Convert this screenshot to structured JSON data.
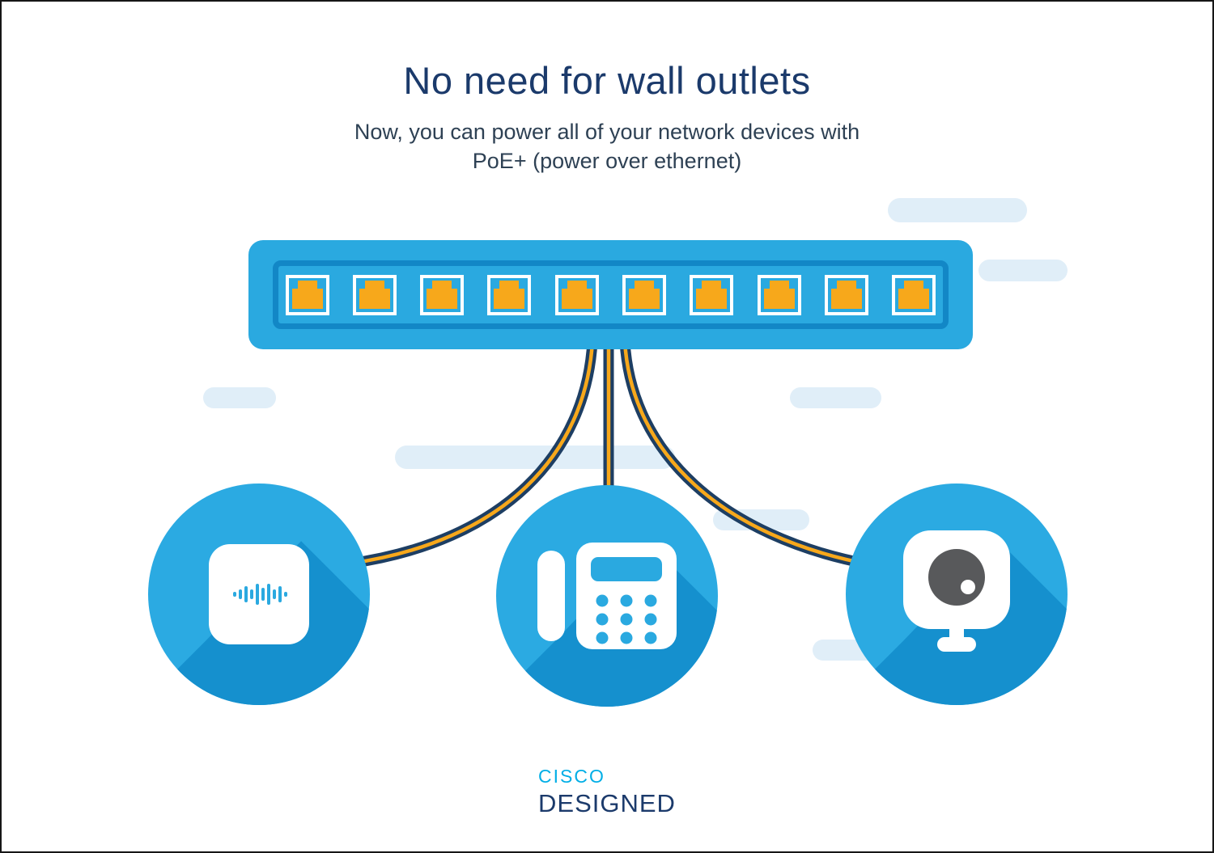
{
  "header": {
    "title": "No need for wall outlets",
    "subtitle_line1": "Now, you can power all of your network devices with",
    "subtitle_line2": "PoE+ (power over ethernet)"
  },
  "switch": {
    "ports_count": 10,
    "port_icon": "rj45-ethernet-port-icon"
  },
  "devices": [
    {
      "icon": "wireless-access-point-icon"
    },
    {
      "icon": "desk-phone-icon"
    },
    {
      "icon": "webcam-icon"
    }
  ],
  "logo": {
    "brand": "CISCO",
    "program": "DESIGNED"
  },
  "colors": {
    "title_navy": "#1B3A6B",
    "subtitle_slate": "#2E4154",
    "switch_blue": "#2AA9E0",
    "switch_frame_blue": "#1287C6",
    "port_orange": "#F7A81B",
    "circle_blue": "#2BAAE2",
    "circle_shadow_blue": "#1590CE",
    "cable_navy": "#1D3E63",
    "cable_stripe_orange": "#F7A81B",
    "pill_light_blue": "#E0EEF8",
    "logo_light_blue": "#00AEE6",
    "camera_lens_gray": "#58595B",
    "white": "#FFFFFF"
  }
}
